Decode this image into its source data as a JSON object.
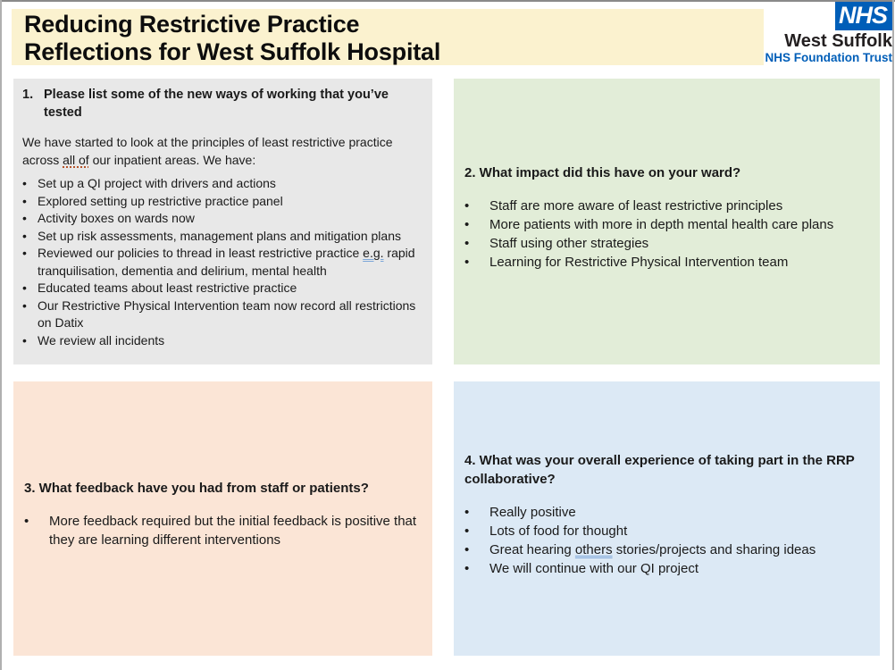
{
  "colors": {
    "nhs_blue": "#005EB8",
    "banner_bg": "#FBF2CF",
    "box1_bg": "#E8E8E8",
    "box2_bg": "#E2EDD8",
    "box3_bg": "#FBE5D6",
    "box4_bg": "#DCE9F5"
  },
  "header": {
    "title_line1": "Reducing Restrictive Practice",
    "title_line2": "Reflections for West Suffolk Hospital"
  },
  "logo": {
    "nhs": "NHS",
    "org": "West Suffolk",
    "trust": "NHS Foundation Trust"
  },
  "q1": {
    "number": "1.",
    "heading": "Please list some of the new ways of working that you’ve tested",
    "intro": {
      "pre": "We have started to look at the principles of least restrictive practice across ",
      "mark": "all of",
      "post": " our inpatient areas. We have:"
    },
    "bullets_a": [
      "Set up a QI project with drivers and actions",
      "Explored setting up restrictive practice panel",
      "Activity boxes on wards now",
      "Set up risk assessments, management plans and mitigation plans"
    ],
    "bullet_policies": {
      "pre": "Reviewed our policies to thread in least restrictive practice ",
      "mark": "e.g.",
      "post": " rapid tranquilisation, dementia and delirium, mental health"
    },
    "bullets_b": [
      "Educated teams about least restrictive practice",
      "Our Restrictive Physical Intervention team now record all restrictions on Datix",
      "We review all incidents"
    ]
  },
  "q2": {
    "heading": "2. What impact did this have on your ward?",
    "bullets": [
      "Staff are more aware of least restrictive principles",
      "More patients with more in depth mental health care plans",
      "Staff using other strategies",
      "Learning for Restrictive Physical Intervention team"
    ]
  },
  "q3": {
    "heading": "3. What feedback have you had from staff or patients?",
    "bullets": [
      "More feedback required but the initial feedback is positive that they are learning different interventions"
    ]
  },
  "q4": {
    "heading": "4.  What was your overall experience of taking part in the RRP collaborative?",
    "bullets_a": [
      "Really positive",
      "Lots of food for thought"
    ],
    "bullet_sharing": {
      "pre": "Great hearing ",
      "mark": "others",
      "post": " stories/projects and sharing ideas"
    },
    "bullets_b": [
      "We will continue with our QI project"
    ]
  }
}
